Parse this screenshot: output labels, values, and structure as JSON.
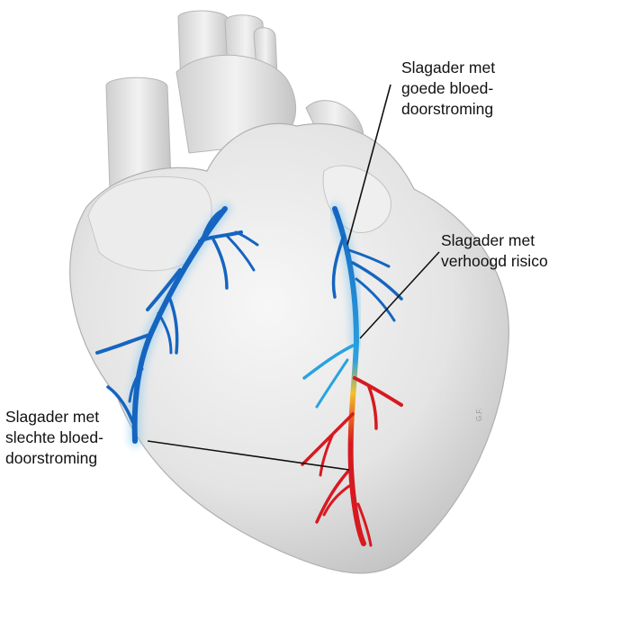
{
  "labels": {
    "good_flow": [
      "Slagader met",
      "goede bloed-",
      "doorstroming"
    ],
    "elevated_risk": [
      "Slagader met",
      "verhoogd risico"
    ],
    "poor_flow": [
      "Slagader met",
      "slechte bloed-",
      "doorstroming"
    ]
  },
  "credit": "G.F.",
  "colors": {
    "healthy_artery": "#1565c0",
    "healthy_artery_light": "#29a3e0",
    "risk_zone": "#f2c12e",
    "blocked_artery": "#d71920",
    "heart_surface": "#e6e6e6",
    "leader_line": "#111111"
  }
}
